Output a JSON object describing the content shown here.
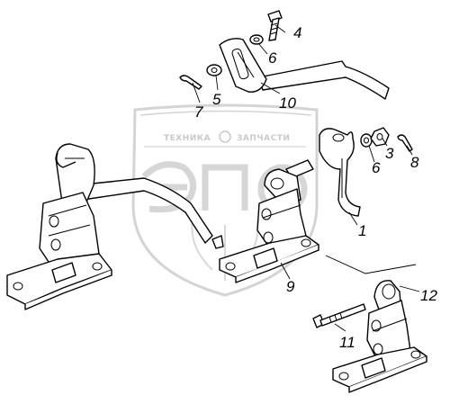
{
  "watermark": {
    "text_left": "ТЕХНИКА",
    "text_right": "ЗАПЧАСТИ",
    "logo": "ЭПО",
    "color": "#c9c9c9"
  },
  "callouts": [
    {
      "id": "c1",
      "label": "1"
    },
    {
      "id": "c3",
      "label": "3"
    },
    {
      "id": "c4",
      "label": "4"
    },
    {
      "id": "c5",
      "label": "5"
    },
    {
      "id": "c6a",
      "label": "6"
    },
    {
      "id": "c6b",
      "label": "6"
    },
    {
      "id": "c7",
      "label": "7"
    },
    {
      "id": "c8",
      "label": "8"
    },
    {
      "id": "c9",
      "label": "9"
    },
    {
      "id": "c10",
      "label": "10"
    },
    {
      "id": "c11",
      "label": "11"
    },
    {
      "id": "c12",
      "label": "12"
    }
  ]
}
